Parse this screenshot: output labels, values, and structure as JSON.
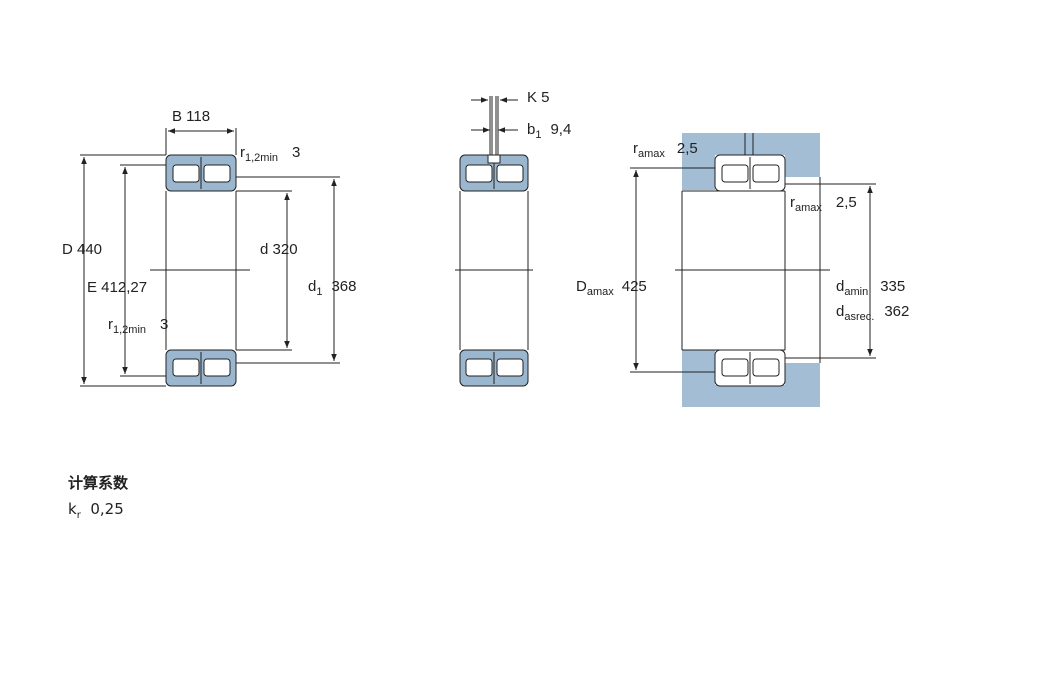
{
  "colors": {
    "line": "#222222",
    "bearing_fill": "#9bb7cf",
    "abutment_fill": "#a3bdd4",
    "roller_fill": "#ffffff"
  },
  "view1": {
    "B": "B 118",
    "D": "D 440",
    "E": "E 412,27",
    "d": "d  320",
    "d1_sym": "d",
    "d1_sub": "1",
    "d1_val": "368",
    "r_top_sym": "r",
    "r_top_sub": "1,2min",
    "r_top_val": "3",
    "r_bot_sym": "r",
    "r_bot_sub": "1,2min",
    "r_bot_val": "3"
  },
  "view2": {
    "K": "K  5",
    "b1_sym": "b",
    "b1_sub": "1",
    "b1_val": "9,4"
  },
  "view3": {
    "ra1_sym": "r",
    "ra1_sub": "amax",
    "ra1_val": "2,5",
    "ra2_sym": "r",
    "ra2_sub": "amax",
    "ra2_val": "2,5",
    "Da_sym": "D",
    "Da_sub": "amax",
    "Da_val": "425",
    "da_sym": "d",
    "da_sub": "amin",
    "da_val": "335",
    "das_sym": "d",
    "das_sub": "asrec.",
    "das_val": "362"
  },
  "calc": {
    "heading": "计算系数",
    "kr_sym": "k",
    "kr_sub": "r",
    "kr_val": "0,25"
  }
}
